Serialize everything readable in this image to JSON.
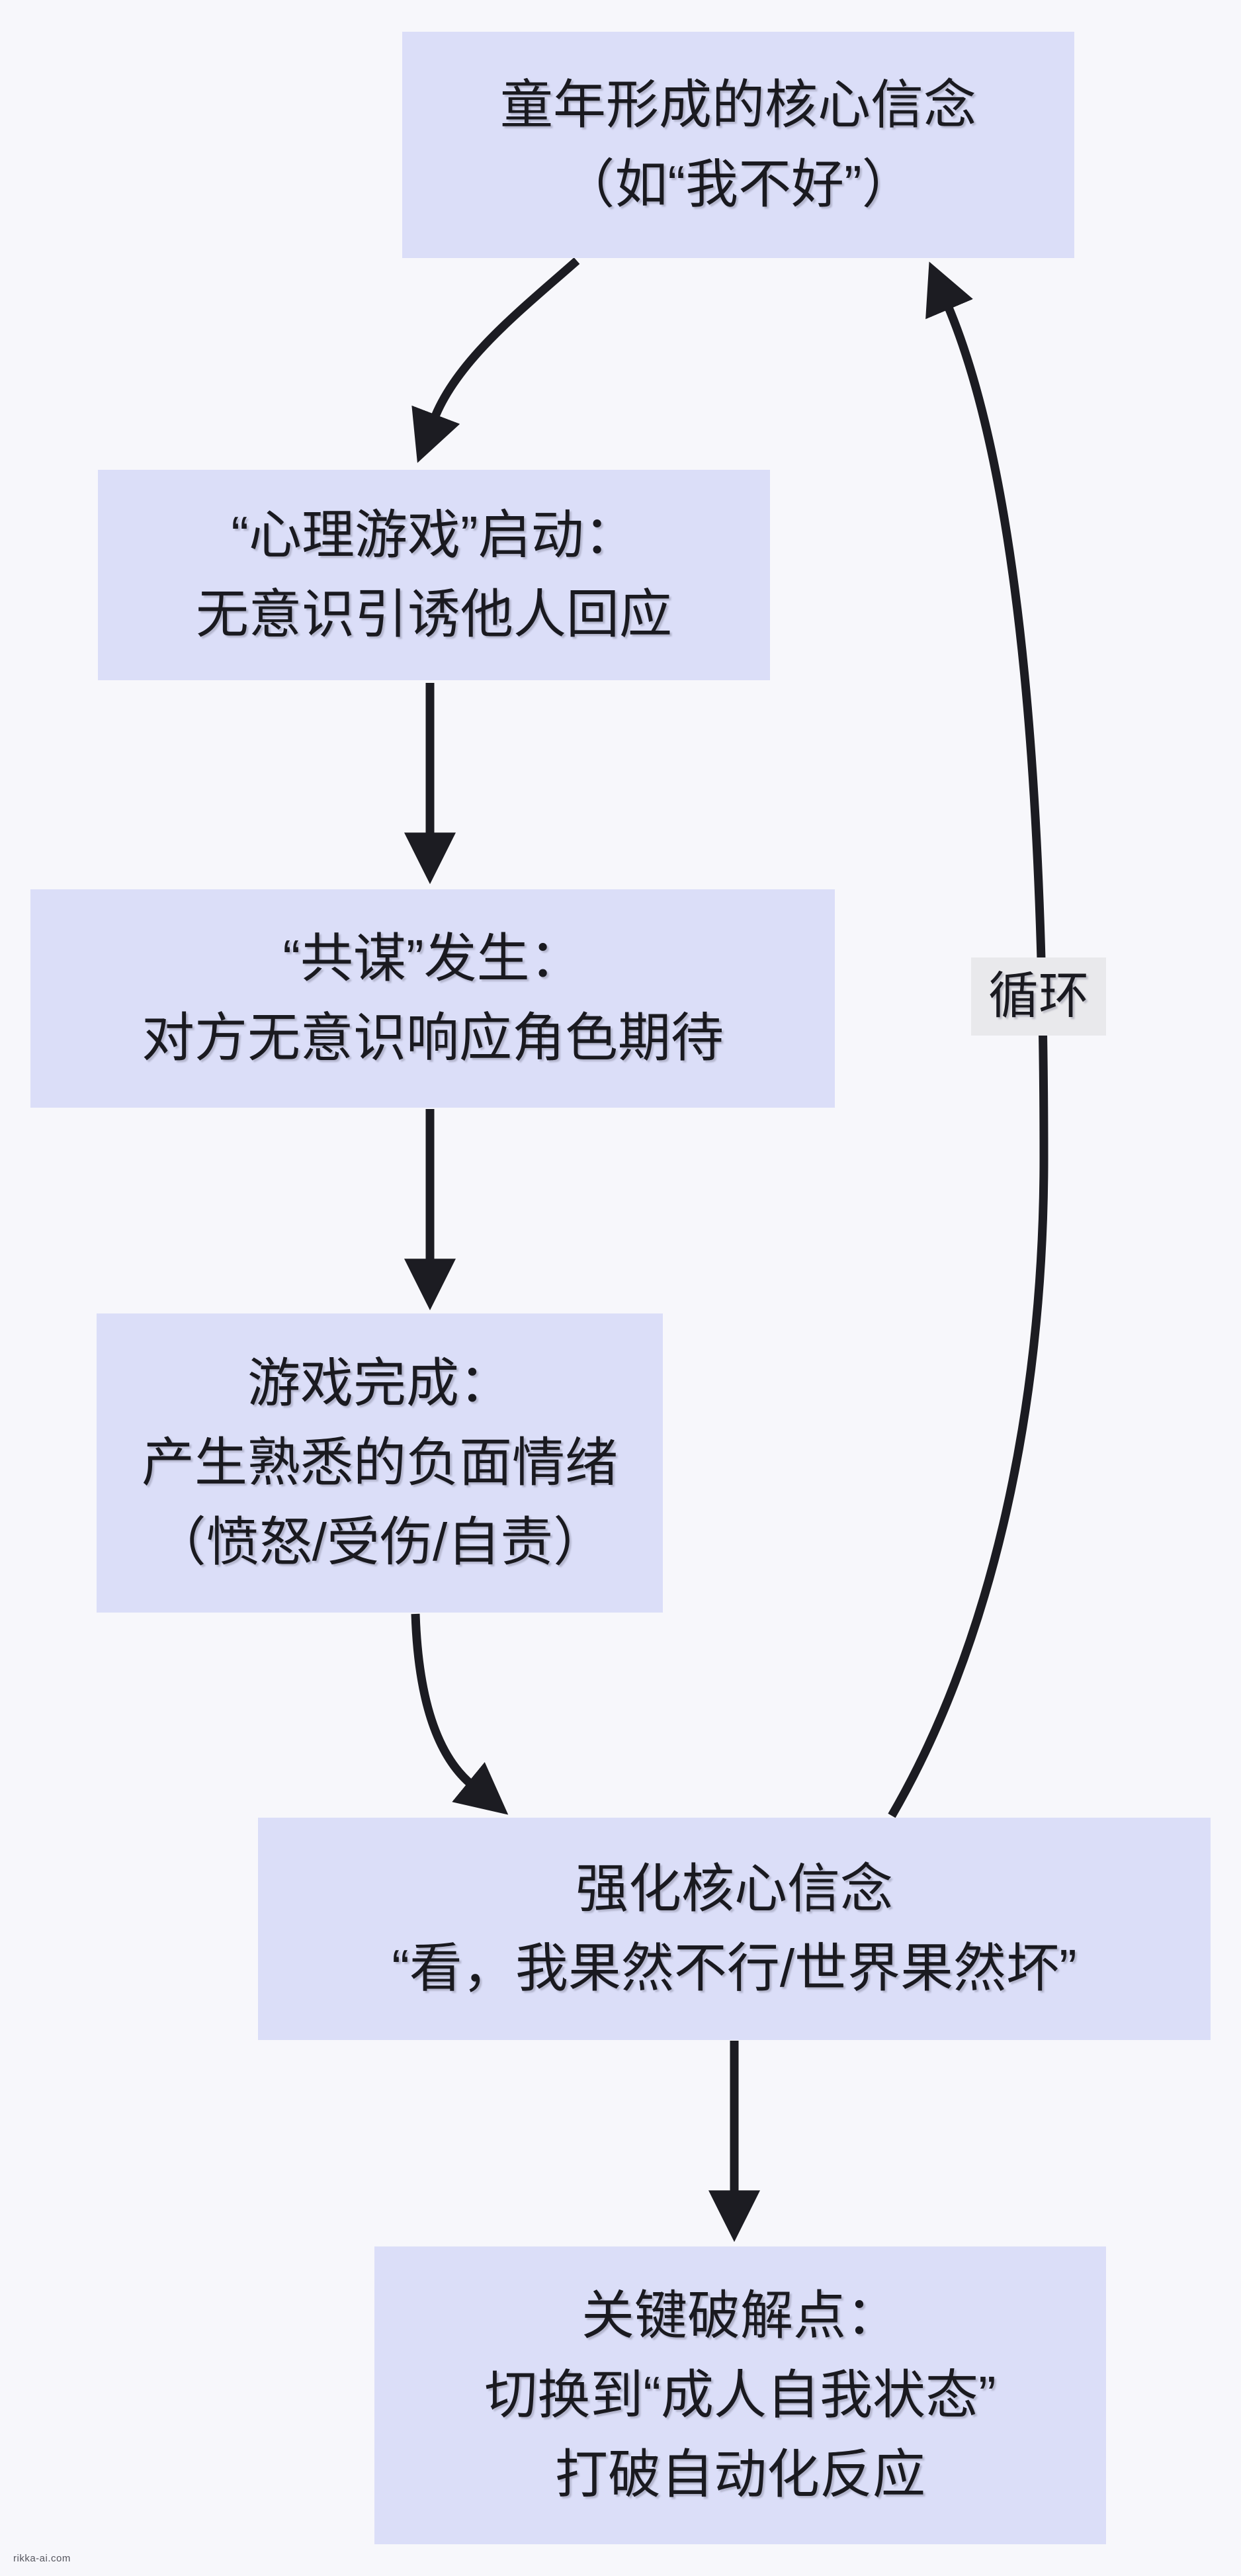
{
  "page": {
    "background": "#f7f7fb",
    "watermark": "rikka-ai.com"
  },
  "flowchart": {
    "type": "cycle-flowchart",
    "colors": {
      "node_fill": "#dbdef8",
      "ink": "#1a1a20",
      "arrow": "#1c1c22",
      "loop_label_bg": "#e9e9ec"
    },
    "nodes": [
      {
        "id": "core-belief",
        "lines": [
          "童年形成的核心信念",
          "（如“我不好”）"
        ]
      },
      {
        "id": "game-start",
        "lines": [
          "“心理游戏”启动：",
          "无意识引诱他人回应"
        ]
      },
      {
        "id": "collusion",
        "lines": [
          "“共谋”发生：",
          "对方无意识响应角色期待"
        ]
      },
      {
        "id": "game-complete",
        "lines": [
          "游戏完成：",
          "产生熟悉的负面情绪",
          "（愤怒/受伤/自责）"
        ]
      },
      {
        "id": "reinforce",
        "lines": [
          "强化核心信念",
          "“看，我果然不行/世界果然坏”"
        ]
      },
      {
        "id": "breakpoint",
        "lines": [
          "关键破解点：",
          "切换到“成人自我状态”",
          "打破自动化反应"
        ]
      }
    ],
    "edges": [
      {
        "from": "core-belief",
        "to": "game-start",
        "label": ""
      },
      {
        "from": "game-start",
        "to": "collusion",
        "label": ""
      },
      {
        "from": "collusion",
        "to": "game-complete",
        "label": ""
      },
      {
        "from": "game-complete",
        "to": "reinforce",
        "label": ""
      },
      {
        "from": "reinforce",
        "to": "core-belief",
        "label": "循环"
      },
      {
        "from": "reinforce",
        "to": "breakpoint",
        "label": ""
      }
    ]
  }
}
